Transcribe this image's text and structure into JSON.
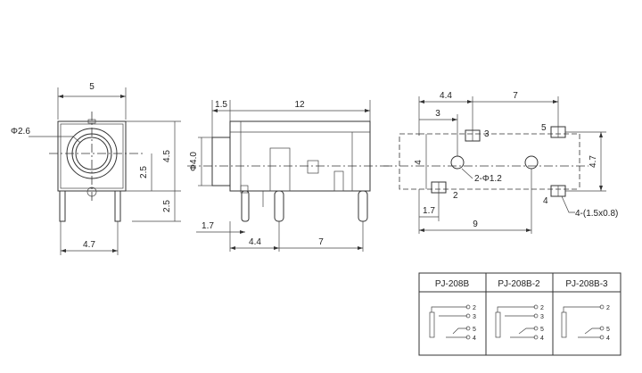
{
  "front_view": {
    "width": "5",
    "hole_dia": "Φ2.6",
    "height": "4.5",
    "center_height": "2.5",
    "pin_length": "2.5",
    "pin_span": "4.7"
  },
  "side_view": {
    "offset": "1.5",
    "length": "12",
    "plug_dia": "Φ4.0",
    "pin_offset": "1.7",
    "pin_pitch_a": "4.4",
    "pin_pitch_b": "7"
  },
  "footprint": {
    "span_a": "4.4",
    "span_b": "7",
    "span_c": "3",
    "height_a": "4",
    "height_b": "4.7",
    "left_offset": "1.7",
    "total_span": "9",
    "hole_note": "2-Φ1.2",
    "slot_note": "4-(1.5x0.8)",
    "pad_labels": [
      "3",
      "5",
      "2",
      "4"
    ]
  },
  "variants": {
    "headers": [
      "PJ-208B",
      "PJ-208B-2",
      "PJ-208B-3"
    ],
    "pin_labels": [
      "2",
      "3",
      "5",
      "4"
    ]
  }
}
